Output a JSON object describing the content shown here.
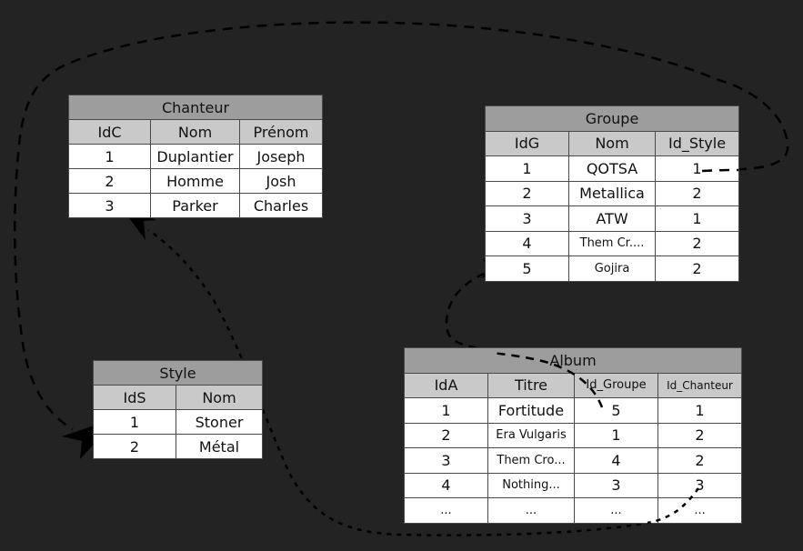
{
  "tables": {
    "chanteur": {
      "title": "Chanteur",
      "headers": [
        "IdC",
        "Nom",
        "Prénom"
      ],
      "rows": [
        [
          "1",
          "Duplantier",
          "Joseph"
        ],
        [
          "2",
          "Homme",
          "Josh"
        ],
        [
          "3",
          "Parker",
          "Charles"
        ]
      ]
    },
    "groupe": {
      "title": "Groupe",
      "headers": [
        "IdG",
        "Nom",
        "Id_Style"
      ],
      "rows": [
        [
          "1",
          "QOTSA",
          "1"
        ],
        [
          "2",
          "Metallica",
          "2"
        ],
        [
          "3",
          "ATW",
          "1"
        ],
        [
          "4",
          "Them Cr....",
          "2"
        ],
        [
          "5",
          "Gojira",
          "2"
        ]
      ]
    },
    "style": {
      "title": "Style",
      "headers": [
        "IdS",
        "Nom"
      ],
      "rows": [
        [
          "1",
          "Stoner"
        ],
        [
          "2",
          "Métal"
        ]
      ]
    },
    "album": {
      "title": "Album",
      "headers": [
        "IdA",
        "Titre",
        "Id_Groupe",
        "Id_Chanteur"
      ],
      "rows": [
        [
          "1",
          "Fortitude",
          "5",
          "1"
        ],
        [
          "2",
          "Era Vulgaris",
          "1",
          "2"
        ],
        [
          "3",
          "Them Cro...",
          "4",
          "2"
        ],
        [
          "4",
          "Nothing...",
          "3",
          "3"
        ],
        [
          "...",
          "...",
          "...",
          "..."
        ]
      ]
    }
  },
  "colors": {
    "background": "#232323",
    "title_fill": "#9d9d9d",
    "header_fill": "#c9c9c9",
    "cell_fill": "#ffffff",
    "link_stroke": "#000000"
  }
}
